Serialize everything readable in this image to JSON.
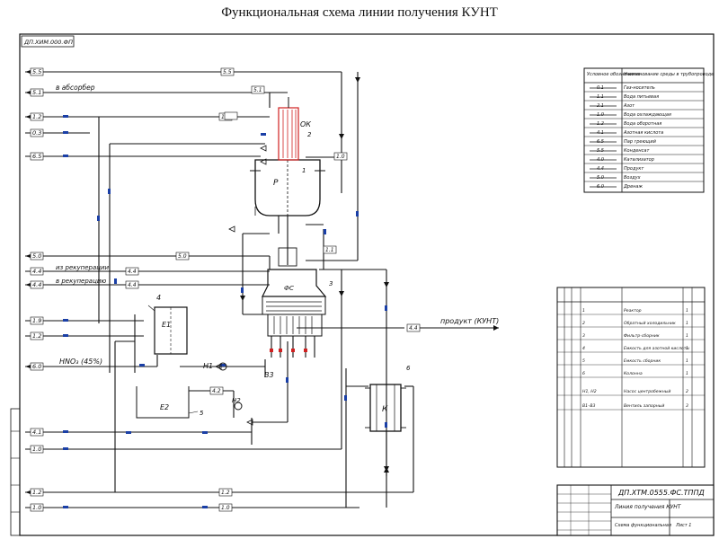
{
  "title": "Функциональная схема линии получения КУНТ",
  "stamp_code": "ДП.ХИМ.000.ФП",
  "lines": {
    "l55": "5.5",
    "l51": "5.1",
    "l12": "1.2",
    "l03": "0.3",
    "l65": "6.5",
    "l50": "5.0",
    "l44": "4.4",
    "l19": "1.9",
    "l11": "1.1",
    "l60": "6.0",
    "l41": "4.1",
    "l42": "4.2",
    "l1": "1.1",
    "l10": "1.0"
  },
  "labels": {
    "absorber": "в абсорбер",
    "from_recovery": "из рекуперации",
    "to_recovery": "в рекуперацию",
    "hno3": "HNO₃ (45%)",
    "product": "продукт (КУНТ)",
    "ok": "ОК",
    "fs": "ФС",
    "k": "К",
    "r": "Р",
    "e1": "Е1",
    "e2": "Е2",
    "n1": "Н1",
    "n2": "Н2",
    "v3": "В3",
    "num1": "1",
    "num2": "2",
    "num3": "3",
    "num4": "4",
    "num5": "5",
    "num6": "6"
  },
  "legend_table": {
    "header_col1": "Условное обозначение",
    "header_col2": "Наименование среды в трубопроводе",
    "rows": [
      {
        "code": "0.1",
        "name": "Газ-носитель"
      },
      {
        "code": "1.1",
        "name": "Вода питьевая"
      },
      {
        "code": "2.1",
        "name": "Азот"
      },
      {
        "code": "1.0",
        "name": "Вода охлаждающая"
      },
      {
        "code": "1.2",
        "name": "Вода оборотная"
      },
      {
        "code": "4.1",
        "name": "Азотная кислота"
      },
      {
        "code": "6.5",
        "name": "Пар греющий"
      },
      {
        "code": "5.5",
        "name": "Конденсат"
      },
      {
        "code": "4.0",
        "name": "Катализатор"
      },
      {
        "code": "4.4",
        "name": "Продукт"
      },
      {
        "code": "5.0",
        "name": "Воздух"
      },
      {
        "code": "6.0",
        "name": "Дренаж"
      }
    ]
  },
  "spec_table": {
    "rows": [
      {
        "pos": "1",
        "name": "Реактор",
        "qty": "1"
      },
      {
        "pos": "2",
        "name": "Обратный холодильник",
        "qty": "1"
      },
      {
        "pos": "3",
        "name": "Фильтр-сборник",
        "qty": "1"
      },
      {
        "pos": "4",
        "name": "Емкость для азотной кислоты",
        "qty": "1"
      },
      {
        "pos": "5",
        "name": "Емкость сборник",
        "qty": "1"
      },
      {
        "pos": "6",
        "name": "Колонна",
        "qty": "1"
      },
      {
        "pos": "Н1, Н2",
        "name": "Насос центробежный",
        "qty": "2"
      },
      {
        "pos": "В1–В3",
        "name": "Вентиль запорный",
        "qty": "3"
      }
    ]
  },
  "stamp": {
    "code": "ДП.ХТМ.0555.ФС.ТППД",
    "title": "Линия получения КУНТ",
    "sheet_type": "Схема функциональная",
    "sheets": "Лист 1"
  },
  "colors": {
    "line": "#111111",
    "flow_marker": "#1a3fa6",
    "condenser": "#d02020"
  }
}
